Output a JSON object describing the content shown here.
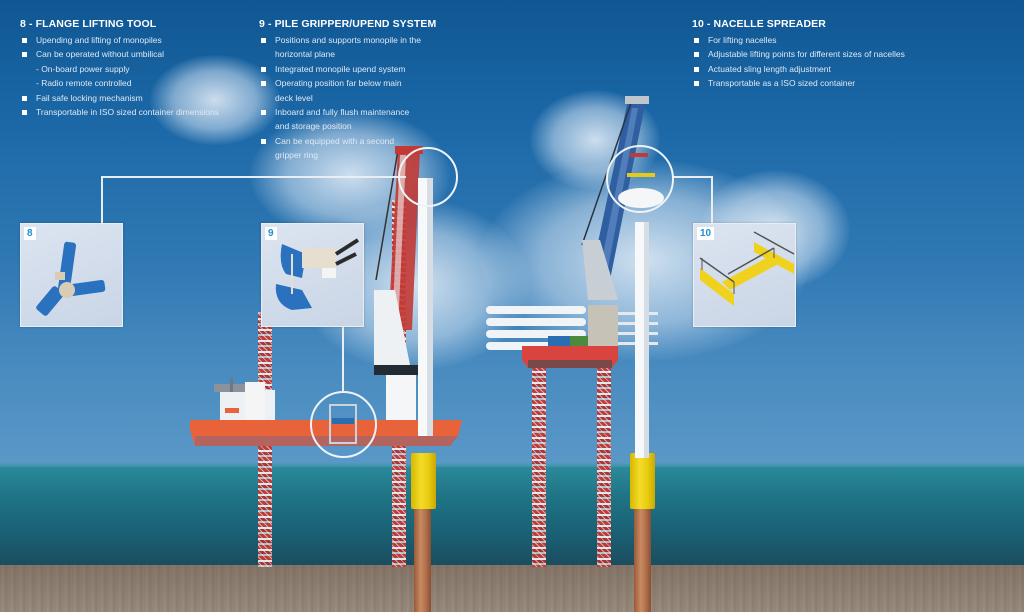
{
  "sections": [
    {
      "id": 8,
      "title": "8 - FLANGE LIFTING TOOL",
      "items": [
        {
          "type": "bullet",
          "text": "Upending and lifting of monopiles"
        },
        {
          "type": "bullet",
          "text": "Can be operated without umbilical"
        },
        {
          "type": "sub",
          "text": "- On-board power supply"
        },
        {
          "type": "sub",
          "text": "- Radio remote controlled"
        },
        {
          "type": "bullet",
          "text": "Fail safe locking mechanism"
        },
        {
          "type": "bullet",
          "text": "Transportable in ISO sized container dimensions"
        }
      ]
    },
    {
      "id": 9,
      "title": "9 - PILE GRIPPER/UPEND SYSTEM",
      "items": [
        {
          "type": "bullet",
          "text": "Positions and supports monopile in the"
        },
        {
          "type": "cont",
          "text": "horizontal plane"
        },
        {
          "type": "bullet",
          "text": "Integrated monopile upend system"
        },
        {
          "type": "bullet",
          "text": "Operating position far below main"
        },
        {
          "type": "cont",
          "text": "deck level"
        },
        {
          "type": "bullet",
          "text": "Inboard and fully flush maintenance"
        },
        {
          "type": "cont",
          "text": "and storage position"
        },
        {
          "type": "bullet",
          "text": "Can be equipped with a second"
        },
        {
          "type": "cont",
          "text": "gripper ring"
        }
      ]
    },
    {
      "id": 10,
      "title": "10 - NACELLE SPREADER",
      "items": [
        {
          "type": "bullet",
          "text": "For lifting nacelles"
        },
        {
          "type": "bullet",
          "text": "Adjustable lifting points for different sizes of nacelles"
        },
        {
          "type": "bullet",
          "text": "Actuated sling length adjustment"
        },
        {
          "type": "bullet",
          "text": "Transportable as a ISO sized container"
        }
      ]
    }
  ],
  "panels": [
    {
      "number": "8",
      "depicts": "flange-lifting-tool"
    },
    {
      "number": "9",
      "depicts": "pile-gripper"
    },
    {
      "number": "10",
      "depicts": "nacelle-spreader"
    }
  ],
  "colors": {
    "sky_top": "#0f5793",
    "sky_bottom": "#5a98c7",
    "sea": "#1f7486",
    "seabed": "#8c7d6f",
    "hull_orange": "#e8623a",
    "transition_piece_yellow": "#f3dc2a",
    "leg_red": "#c23a35",
    "panel_number": "#1d8fd6",
    "crane_blue": "#2f5fa0"
  }
}
